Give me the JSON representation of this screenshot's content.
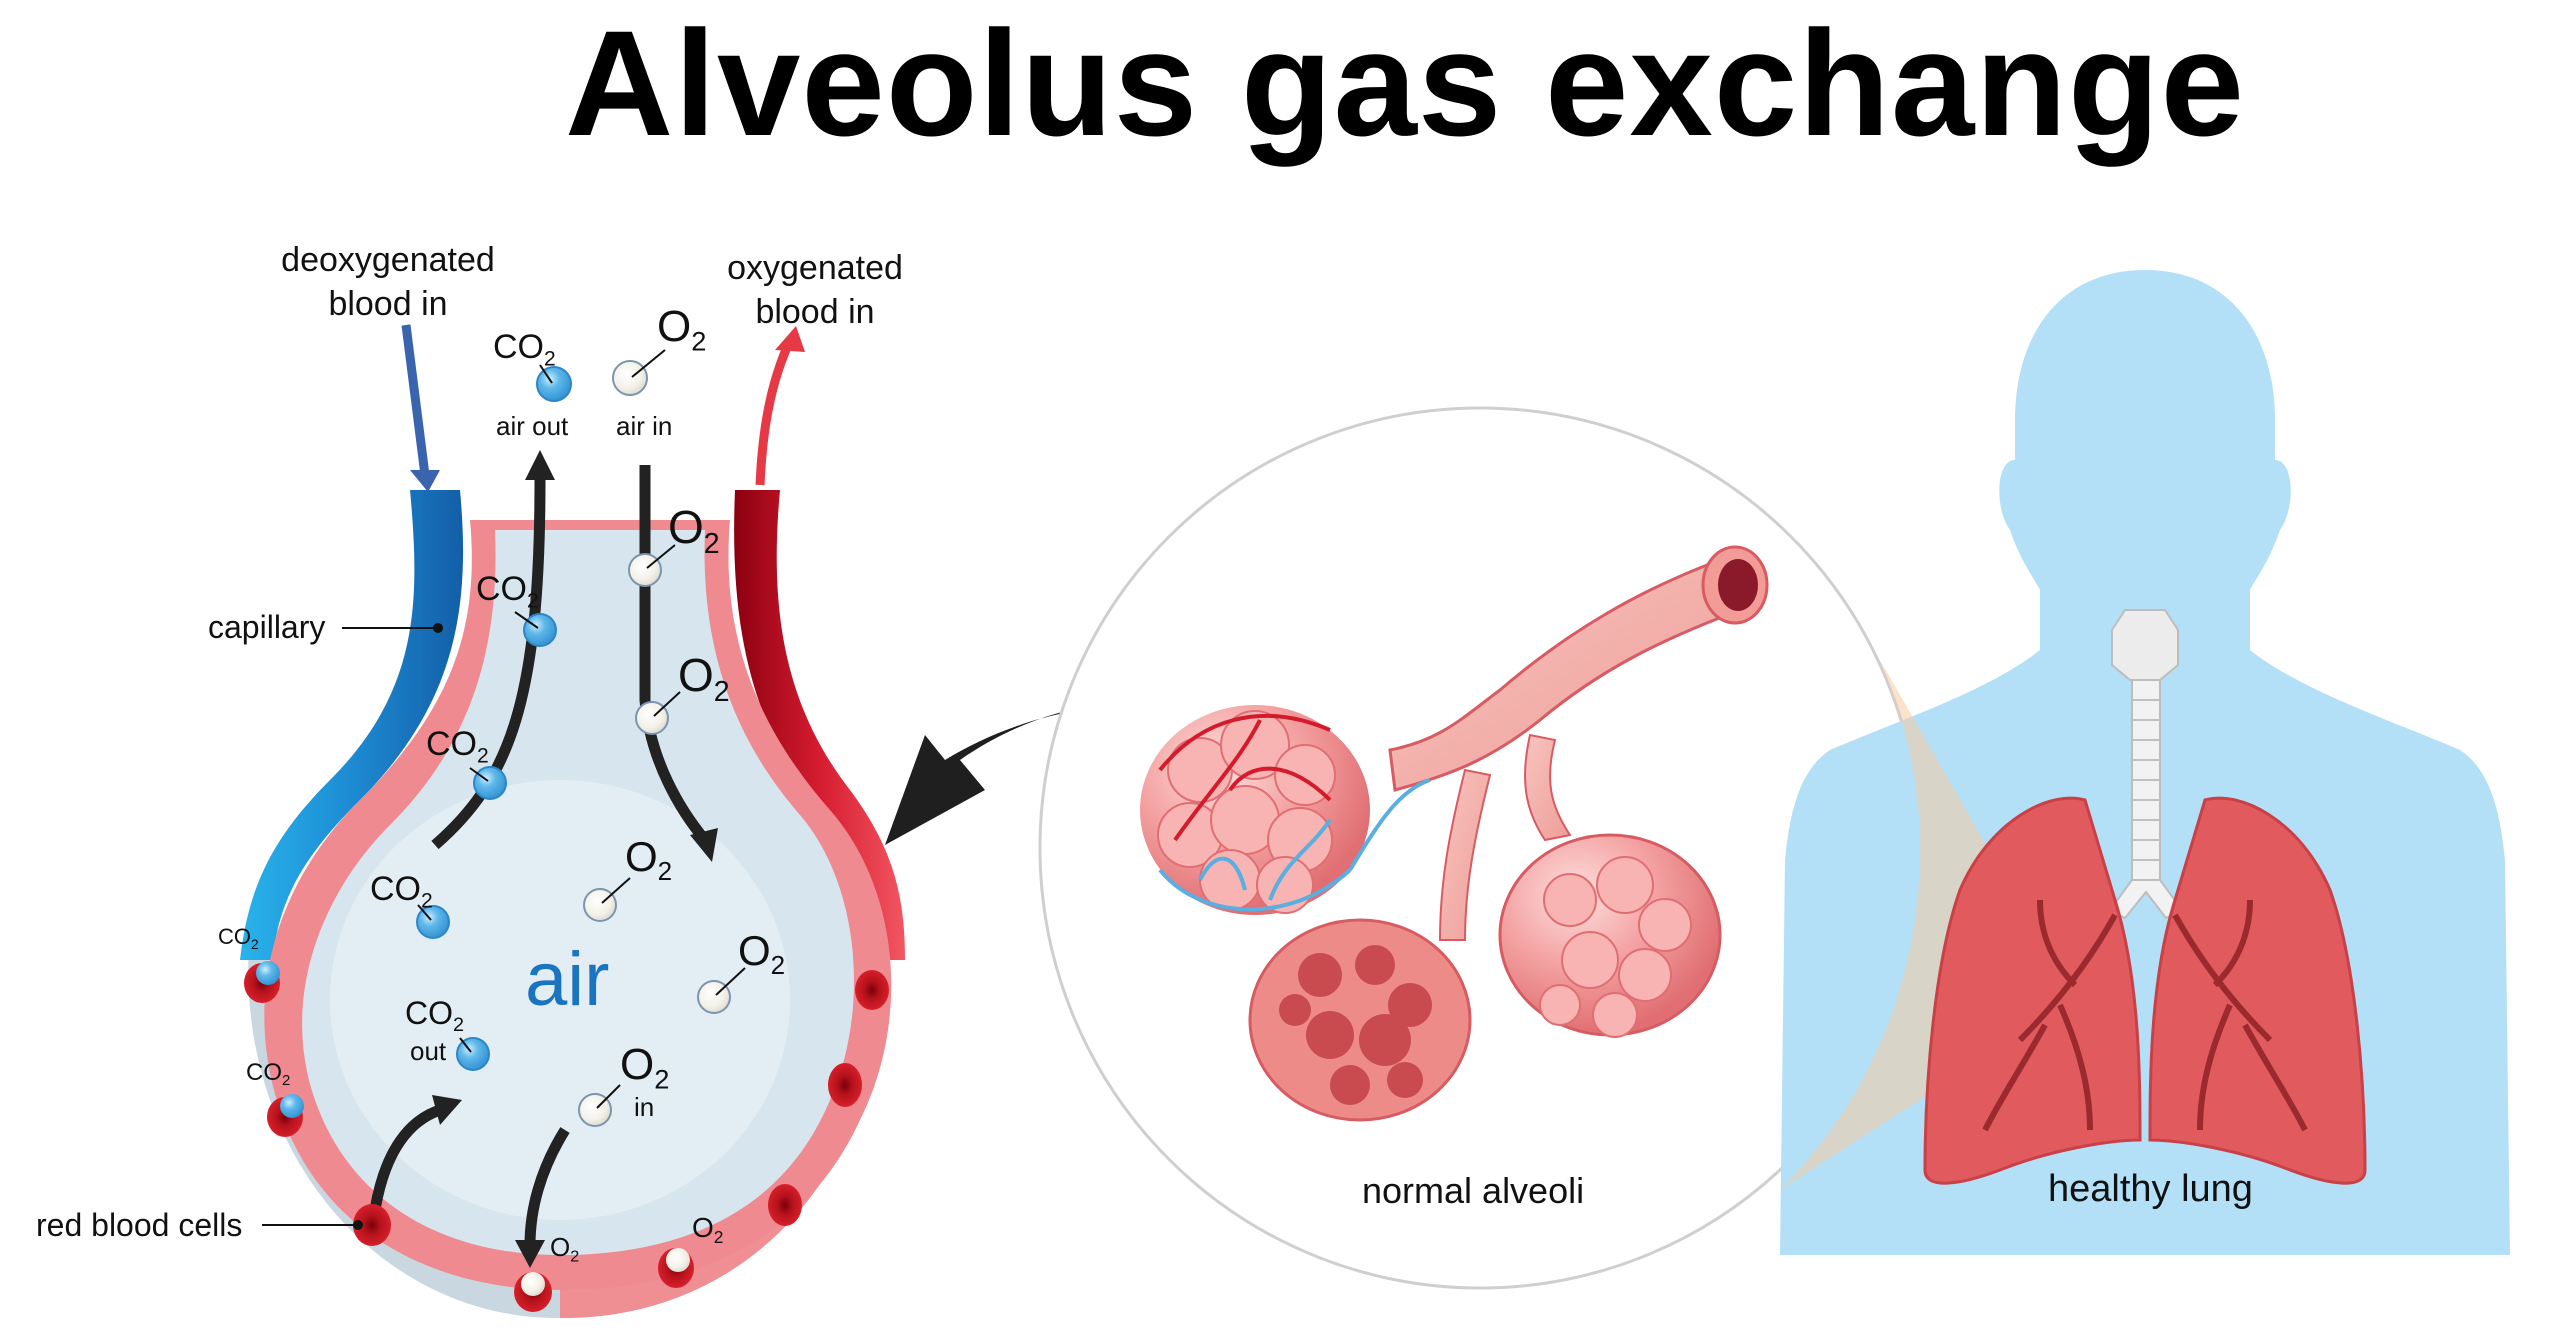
{
  "title": "Alveolus gas exchange",
  "colors": {
    "deoxygenated_blue": "#1e6fb8",
    "oxygenated_red": "#e0283a",
    "alveolus_air": "#d7e6ee",
    "tissue_pink": "#f2848a",
    "body_silhouette": "#b3e0f7",
    "lung_red": "#e05a5e",
    "arrow_black": "#222222"
  },
  "alveolus_diagram": {
    "labels": {
      "deoxygenated_line1": "deoxygenated",
      "deoxygenated_line2": "blood in",
      "oxygenated_line1": "oxygenated",
      "oxygenated_line2": "blood in",
      "capillary": "capillary",
      "red_blood_cells": "red blood cells",
      "air": "air",
      "air_out": "air out",
      "air_in": "air in",
      "out": "out",
      "in": "in"
    },
    "molecules": {
      "co2": "CO",
      "o2": "O",
      "subscript": "2"
    }
  },
  "alveoli_panel": {
    "label": "normal alveoli"
  },
  "lung_panel": {
    "label": "healthy lung"
  }
}
